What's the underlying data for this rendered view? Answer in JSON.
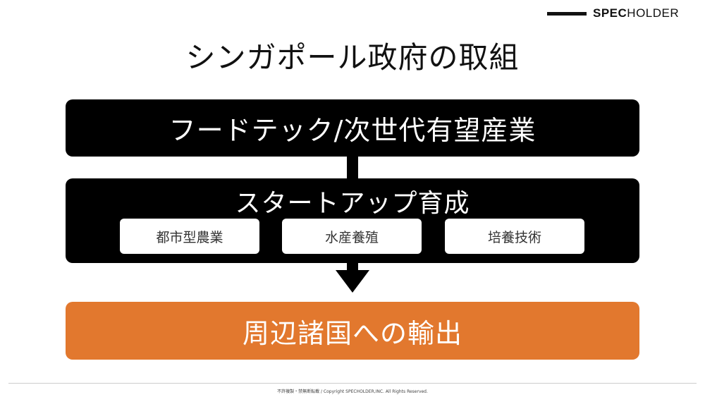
{
  "logo": {
    "strong": "SPEC",
    "light": "HOLDER"
  },
  "title": "シンガポール政府の取組",
  "diagram": {
    "top_box": "フードテック/次世代有望産業",
    "middle_box": "スタートアップ育成",
    "chips": [
      "都市型農業",
      "水産養殖",
      "培養技術"
    ],
    "bottom_box": "周辺諸国への輸出"
  },
  "footer": "不許複製・禁無断転載 / Copyright SPECHOLDER,INC. All Rights Reserved.",
  "colors": {
    "black": "#000000",
    "orange": "#e2782e",
    "white": "#ffffff"
  }
}
